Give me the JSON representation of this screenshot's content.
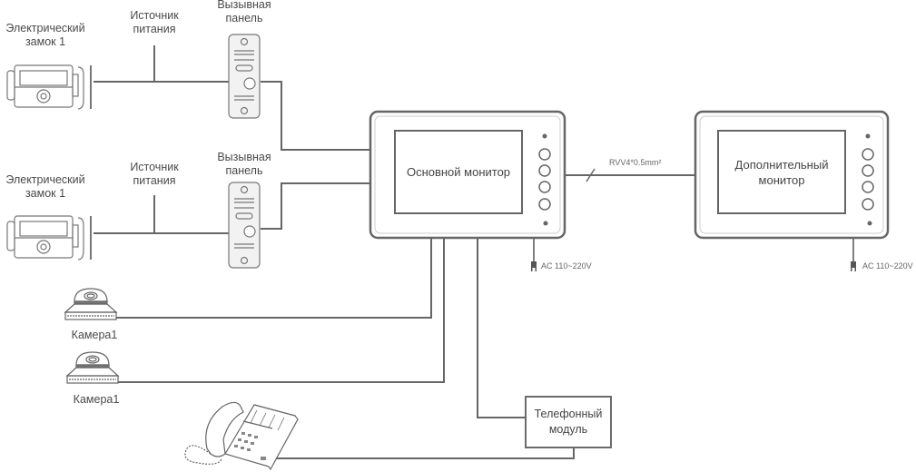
{
  "diagram": {
    "title": "",
    "nodes": {
      "lock_1": {
        "label_line1": "Электрический",
        "label_line2": "замок 1",
        "icon": "electric-lock-icon"
      },
      "lock_2": {
        "label_line1": "Электрический",
        "label_line2": "замок 1",
        "icon": "electric-lock-icon"
      },
      "power_1": {
        "label_line1": "Источник",
        "label_line2": "питания"
      },
      "power_2": {
        "label_line1": "Источник",
        "label_line2": "питания"
      },
      "call_panel_1": {
        "label_line1": "Вызывная",
        "label_line2": "панель",
        "icon": "call-panel-icon"
      },
      "call_panel_2": {
        "label_line1": "Вызывная",
        "label_line2": "панель",
        "icon": "call-panel-icon"
      },
      "main_monitor": {
        "label": "Основной монитор",
        "icon": "monitor-icon"
      },
      "extra_monitor": {
        "label_line1": "Дополнительный",
        "label_line2": "монитор",
        "icon": "monitor-icon"
      },
      "camera_1": {
        "label": "Камера1",
        "icon": "dome-camera-icon"
      },
      "camera_2": {
        "label": "Камера1",
        "icon": "dome-camera-icon"
      },
      "phone": {
        "icon": "telephone-icon"
      },
      "phone_module": {
        "label_line1": "Телефонный",
        "label_line2": "модуль"
      }
    },
    "cable_label": "RVV4*0.5mm²",
    "power_label_main": "AC 110~220V",
    "power_label_extra": "AC 110~220V",
    "edges": [
      {
        "from": "lock_1",
        "to": "call_panel_1",
        "via": "power_1"
      },
      {
        "from": "lock_2",
        "to": "call_panel_2",
        "via": "power_2"
      },
      {
        "from": "call_panel_1",
        "to": "main_monitor"
      },
      {
        "from": "call_panel_2",
        "to": "main_monitor"
      },
      {
        "from": "main_monitor",
        "to": "extra_monitor",
        "label": "RVV4*0.5mm²"
      },
      {
        "from": "camera_1",
        "to": "main_monitor"
      },
      {
        "from": "camera_2",
        "to": "main_monitor"
      },
      {
        "from": "main_monitor",
        "to": "phone_module"
      },
      {
        "from": "phone_module",
        "to": "phone"
      }
    ]
  }
}
